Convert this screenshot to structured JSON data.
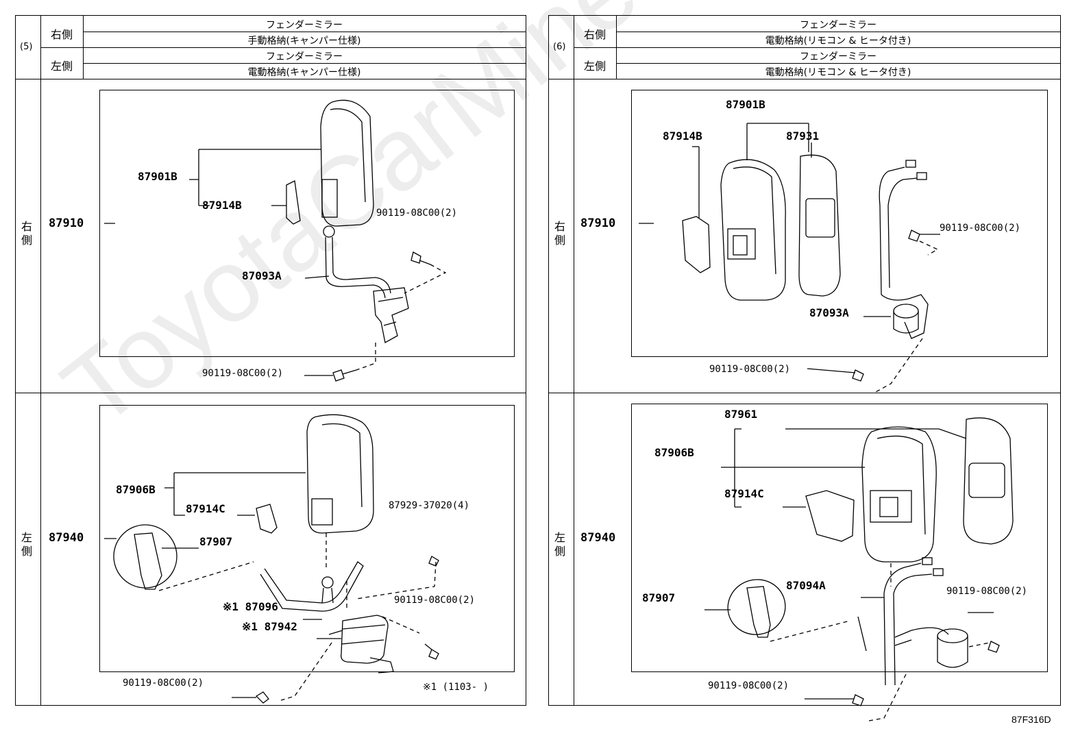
{
  "sections": [
    {
      "number": "(5)",
      "rows": [
        {
          "side": "右側",
          "line1": "フェンダーミラー",
          "line2": "手動格納(キャンパー仕様)"
        },
        {
          "side": "左側",
          "line1": "フェンダーミラー",
          "line2": "電動格納(キャンパー仕様)"
        }
      ],
      "right": {
        "side": "右側",
        "assembly": "87910",
        "parts": [
          "87901B",
          "87914B",
          "90119-08C00(2)",
          "87093A",
          "90119-08C00(2)"
        ]
      },
      "left": {
        "side": "左側",
        "assembly": "87940",
        "parts": [
          "87906B",
          "87914C",
          "87907",
          "87929-37020(4)",
          "※1 87096",
          "90119-08C00(2)",
          "※1 87942",
          "90119-08C00(2)"
        ],
        "footnote": "※1 (1103-      )"
      }
    },
    {
      "number": "(6)",
      "rows": [
        {
          "side": "右側",
          "line1": "フェンダーミラー",
          "line2": "電動格納(リモコン & ヒータ付き)"
        },
        {
          "side": "左側",
          "line1": "フェンダーミラー",
          "line2": "電動格納(リモコン & ヒータ付き)"
        }
      ],
      "right": {
        "side": "右側",
        "assembly": "87910",
        "parts": [
          "87901B",
          "87914B",
          "87931",
          "90119-08C00(2)",
          "87093A",
          "90119-08C00(2)"
        ]
      },
      "left": {
        "side": "左側",
        "assembly": "87940",
        "parts": [
          "87961",
          "87906B",
          "87914C",
          "87907",
          "87094A",
          "90119-08C00(2)",
          "90119-08C00(2)"
        ]
      }
    }
  ],
  "watermark": "ToyotaCarMine.ru",
  "figure_code": "87F316D"
}
